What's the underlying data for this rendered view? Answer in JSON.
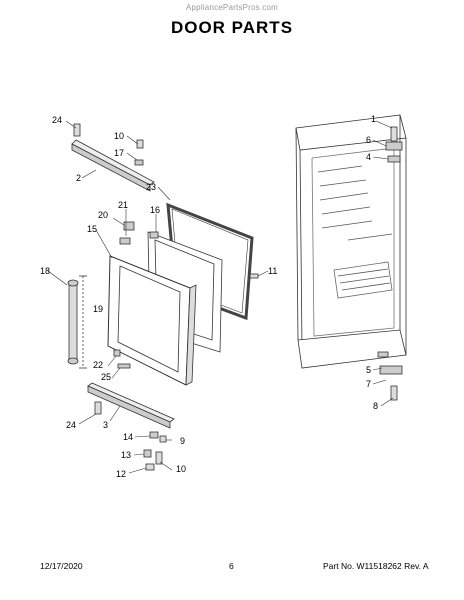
{
  "watermark": "AppliancePartsPros.com",
  "title": "DOOR PARTS",
  "callouts": {
    "c1": "1",
    "c2": "2",
    "c3": "3",
    "c4": "4",
    "c5": "5",
    "c6": "6",
    "c7": "7",
    "c8": "8",
    "c9": "9",
    "c10a": "10",
    "c10b": "10",
    "c11": "11",
    "c12": "12",
    "c13": "13",
    "c14": "14",
    "c15": "15",
    "c16": "16",
    "c17": "17",
    "c18": "18",
    "c19": "19",
    "c20": "20",
    "c21": "21",
    "c22": "22",
    "c23": "23",
    "c24a": "24",
    "c24b": "24",
    "c25": "25"
  },
  "footer": {
    "date": "12/17/2020",
    "page": "6",
    "part": "Part No. W11518262  Rev. A"
  }
}
